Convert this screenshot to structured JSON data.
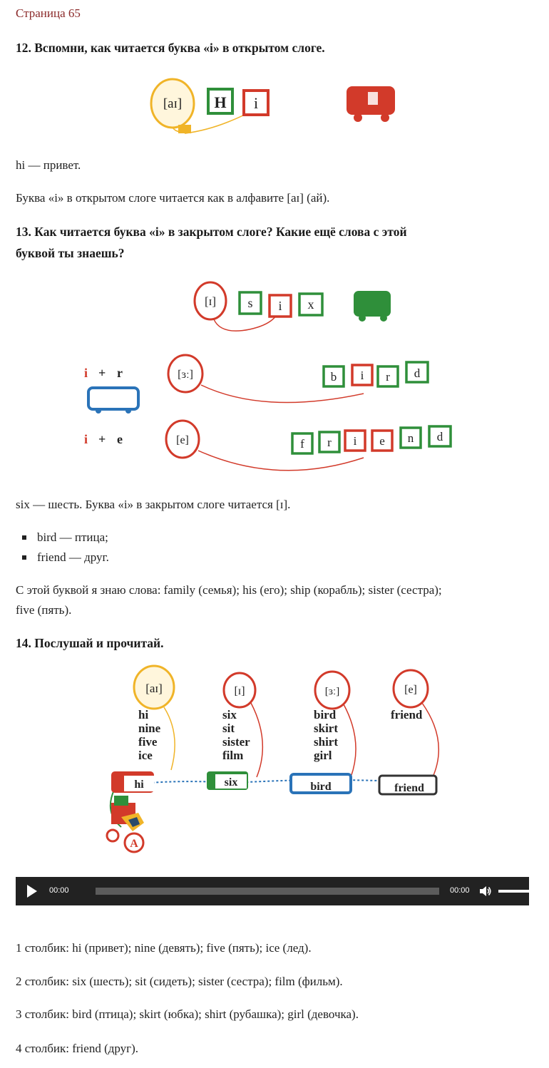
{
  "page": {
    "label": "Страница 65"
  },
  "task12": {
    "heading": "12. Вспомни, как читается буква «i» в открытом слоге.",
    "image": {
      "balloon": "[aɪ]",
      "blocks": [
        "H",
        "i"
      ],
      "wagon_color": "#d23a2a"
    },
    "line1": "hi — привет.",
    "line2": "Буква «i» в открытом слоге читается как в алфавите [aɪ] (ай)."
  },
  "task13": {
    "heading_line1": "13. Как читается буква «i» в закрытом слоге? Какие ещё слова с этой",
    "heading_line2": "буквой ты знаешь?",
    "image": {
      "row1": {
        "balloon": "[ɪ]",
        "blocks": [
          "s",
          "i",
          "x"
        ]
      },
      "row2": {
        "label_i": "i",
        "label_plus": "+",
        "label_letter": "r",
        "balloon": "[ɜː]",
        "blocks": [
          "b",
          "i",
          "r",
          "d"
        ]
      },
      "row3": {
        "label_i": "i",
        "label_plus": "+",
        "label_letter": "e",
        "balloon": "[e]",
        "blocks": [
          "f",
          "r",
          "i",
          "e",
          "n",
          "d"
        ]
      }
    },
    "line1": "six — шесть. Буква «i» в закрытом слоге читается [ɪ].",
    "bullets": [
      "bird — птица;",
      "friend — друг."
    ],
    "line2a": "С этой буквой я знаю слова: family (семья); his (его); ship (корабль); sister (сестра);",
    "line2b": "five (пять)."
  },
  "task14": {
    "heading": "14. Послушай и прочитай.",
    "image": {
      "columns": [
        {
          "balloon": "[aɪ]",
          "words": [
            "hi",
            "nine",
            "five",
            "ice"
          ],
          "wagon": "hi"
        },
        {
          "balloon": "[ɪ]",
          "words": [
            "six",
            "sit",
            "sister",
            "film"
          ],
          "wagon": "six"
        },
        {
          "balloon": "[ɜː]",
          "words": [
            "bird",
            "skirt",
            "shirt",
            "girl"
          ],
          "wagon": "bird"
        },
        {
          "balloon": "[e]",
          "words": [
            "friend"
          ],
          "wagon": "friend"
        }
      ],
      "engine_letter": "A"
    },
    "audio": {
      "current_time": "00:00",
      "duration": "00:00"
    },
    "answers": [
      "1 столбик: hi (привет); nine (девять); five (пять); ice (лед).",
      "2 столбик: six (шесть); sit (сидеть); sister (сестра); film (фильм).",
      "3 столбик: bird (птица); skirt (юбка); shirt (рубашка); girl (девочка).",
      "4 столбик: friend (друг)."
    ]
  },
  "colors": {
    "red": "#d23a2a",
    "green": "#2f8f3a",
    "blue": "#2a73b8",
    "yellow": "#f0b428",
    "page_label": "#8b2a2a"
  }
}
